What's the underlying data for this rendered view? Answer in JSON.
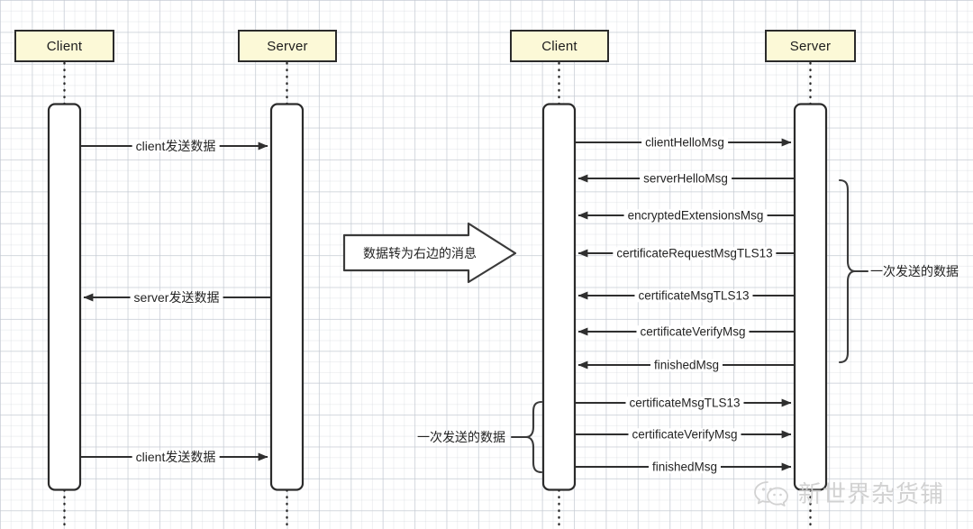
{
  "diagram": {
    "title_semantic": "tls13-handshake-sequence-diagram",
    "colors": {
      "actor_fill": "#fcf9d7",
      "stroke": "#2b2b2b",
      "line": "#333333",
      "grid": "#bcc3cd",
      "watermark": "#cfcfcf"
    },
    "left_panel": {
      "participants": [
        {
          "id": "left-client",
          "label": "Client"
        },
        {
          "id": "left-server",
          "label": "Server"
        }
      ],
      "messages": [
        {
          "label": "client发送数据",
          "from": "Client",
          "to": "Server",
          "direction": "right"
        },
        {
          "label": "server发送数据",
          "from": "Server",
          "to": "Client",
          "direction": "left"
        },
        {
          "label": "client发送数据",
          "from": "Client",
          "to": "Server",
          "direction": "right"
        }
      ]
    },
    "transition": {
      "label": "数据转为右边的消息",
      "direction": "right"
    },
    "right_panel": {
      "participants": [
        {
          "id": "right-client",
          "label": "Client"
        },
        {
          "id": "right-server",
          "label": "Server"
        }
      ],
      "messages": [
        {
          "label": "clientHelloMsg",
          "from": "Client",
          "to": "Server",
          "direction": "right"
        },
        {
          "label": "serverHelloMsg",
          "from": "Server",
          "to": "Client",
          "direction": "left"
        },
        {
          "label": "encryptedExtensionsMsg",
          "from": "Server",
          "to": "Client",
          "direction": "left"
        },
        {
          "label": "certificateRequestMsgTLS13",
          "from": "Server",
          "to": "Client",
          "direction": "left"
        },
        {
          "label": "certificateMsgTLS13",
          "from": "Server",
          "to": "Client",
          "direction": "left"
        },
        {
          "label": "certificateVerifyMsg",
          "from": "Server",
          "to": "Client",
          "direction": "left"
        },
        {
          "label": "finishedMsg",
          "from": "Server",
          "to": "Client",
          "direction": "left"
        },
        {
          "label": "certificateMsgTLS13",
          "from": "Client",
          "to": "Server",
          "direction": "right"
        },
        {
          "label": "certificateVerifyMsg",
          "from": "Client",
          "to": "Server",
          "direction": "right"
        },
        {
          "label": "finishedMsg",
          "from": "Client",
          "to": "Server",
          "direction": "right"
        }
      ],
      "groups": [
        {
          "label": "一次发送的数据",
          "side": "right",
          "covers": [
            "serverHelloMsg",
            "encryptedExtensionsMsg",
            "certificateRequestMsgTLS13",
            "certificateMsgTLS13",
            "certificateVerifyMsg",
            "finishedMsg"
          ]
        },
        {
          "label": "一次发送的数据",
          "side": "left",
          "covers": [
            "certificateMsgTLS13",
            "certificateVerifyMsg",
            "finishedMsg"
          ]
        }
      ]
    },
    "watermark": {
      "text": "新世界杂货铺",
      "icon": "wechat-icon"
    }
  }
}
